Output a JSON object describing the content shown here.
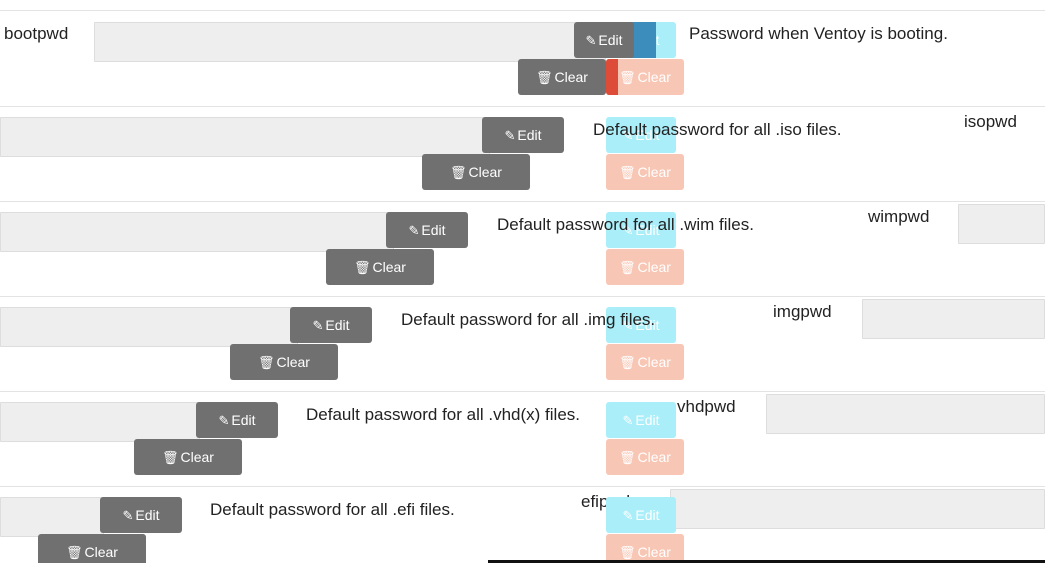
{
  "rows": [
    {
      "label": "bootpwd",
      "description": "Password when Ventoy is booting."
    },
    {
      "label": "isopwd",
      "description": "Default password for all .iso files."
    },
    {
      "label": "wimpwd",
      "description": "Default password for all .wim files."
    },
    {
      "label": "imgpwd",
      "description": "Default password for all .img files."
    },
    {
      "label": "vhdpwd",
      "description": "Default password for all .vhd(x) files."
    },
    {
      "label": "efipwd",
      "description": "Default password for all .efi files."
    }
  ],
  "buttons": {
    "edit_label": "Edit",
    "clear_label": "Clear"
  },
  "icons": {
    "edit": "edit-icon",
    "clear": "trash-icon"
  },
  "colors": {
    "gray_button": "#707070",
    "cyan_ghost": "#a9eef9",
    "salmon_ghost": "#f8c6b4",
    "edit_primary": "#3c8dbc",
    "clear_danger": "#dd4b39"
  }
}
